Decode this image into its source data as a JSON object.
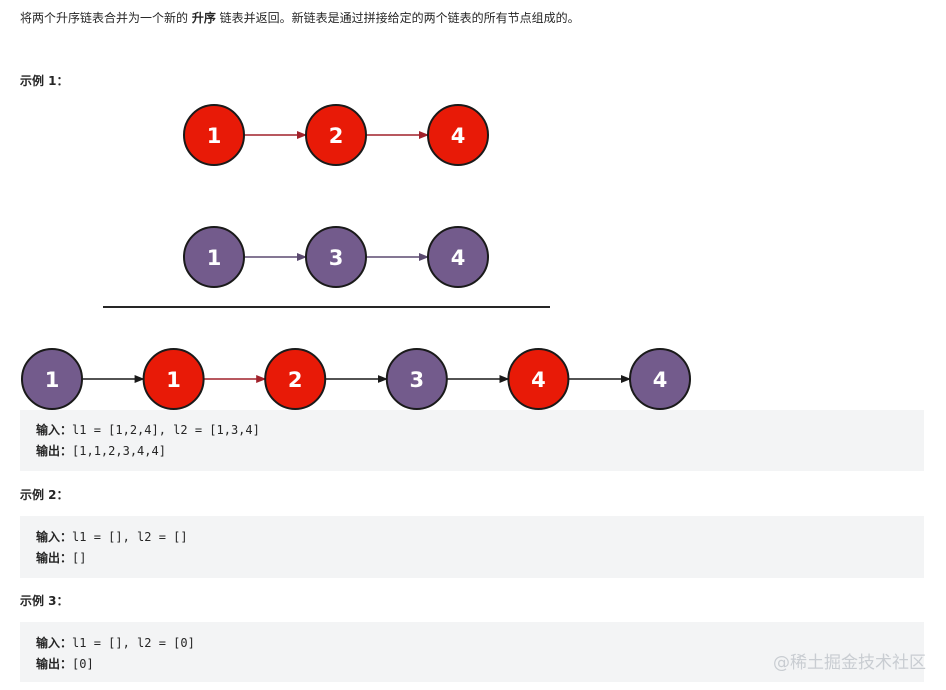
{
  "intro": {
    "before": "将两个升序链表合并为一个新的 ",
    "bold": "升序",
    "after": " 链表并返回。新链表是通过拼接给定的两个链表的所有节点组成的。"
  },
  "examples": [
    {
      "title": "示例 1：",
      "input_label": "输入：",
      "input_value": "l1 = [1,2,4], l2 = [1,3,4]",
      "output_label": "输出：",
      "output_value": "[1,1,2,3,4,4]"
    },
    {
      "title": "示例 2：",
      "input_label": "输入：",
      "input_value": "l1 = [], l2 = []",
      "output_label": "输出：",
      "output_value": "[]"
    },
    {
      "title": "示例 3：",
      "input_label": "输入：",
      "input_value": "l1 = [], l2 = [0]",
      "output_label": "输出：",
      "output_value": "[0]"
    }
  ],
  "diagram": {
    "list1": [
      {
        "value": "1",
        "color": "red"
      },
      {
        "value": "2",
        "color": "red"
      },
      {
        "value": "4",
        "color": "red"
      }
    ],
    "list2": [
      {
        "value": "1",
        "color": "purple"
      },
      {
        "value": "3",
        "color": "purple"
      },
      {
        "value": "4",
        "color": "purple"
      }
    ],
    "merged": [
      {
        "value": "1",
        "color": "purple"
      },
      {
        "value": "1",
        "color": "red"
      },
      {
        "value": "2",
        "color": "red"
      },
      {
        "value": "3",
        "color": "purple"
      },
      {
        "value": "4",
        "color": "red"
      },
      {
        "value": "4",
        "color": "purple"
      }
    ],
    "colors": {
      "red": "#e81a07",
      "purple": "#735b8c",
      "node_stroke": "#1a1a1a",
      "red_arrow": "#a1212a",
      "purple_arrow": "#5b4a70",
      "black_arrow": "#1a1a1a"
    }
  },
  "watermark": "@稀土掘金技术社区"
}
